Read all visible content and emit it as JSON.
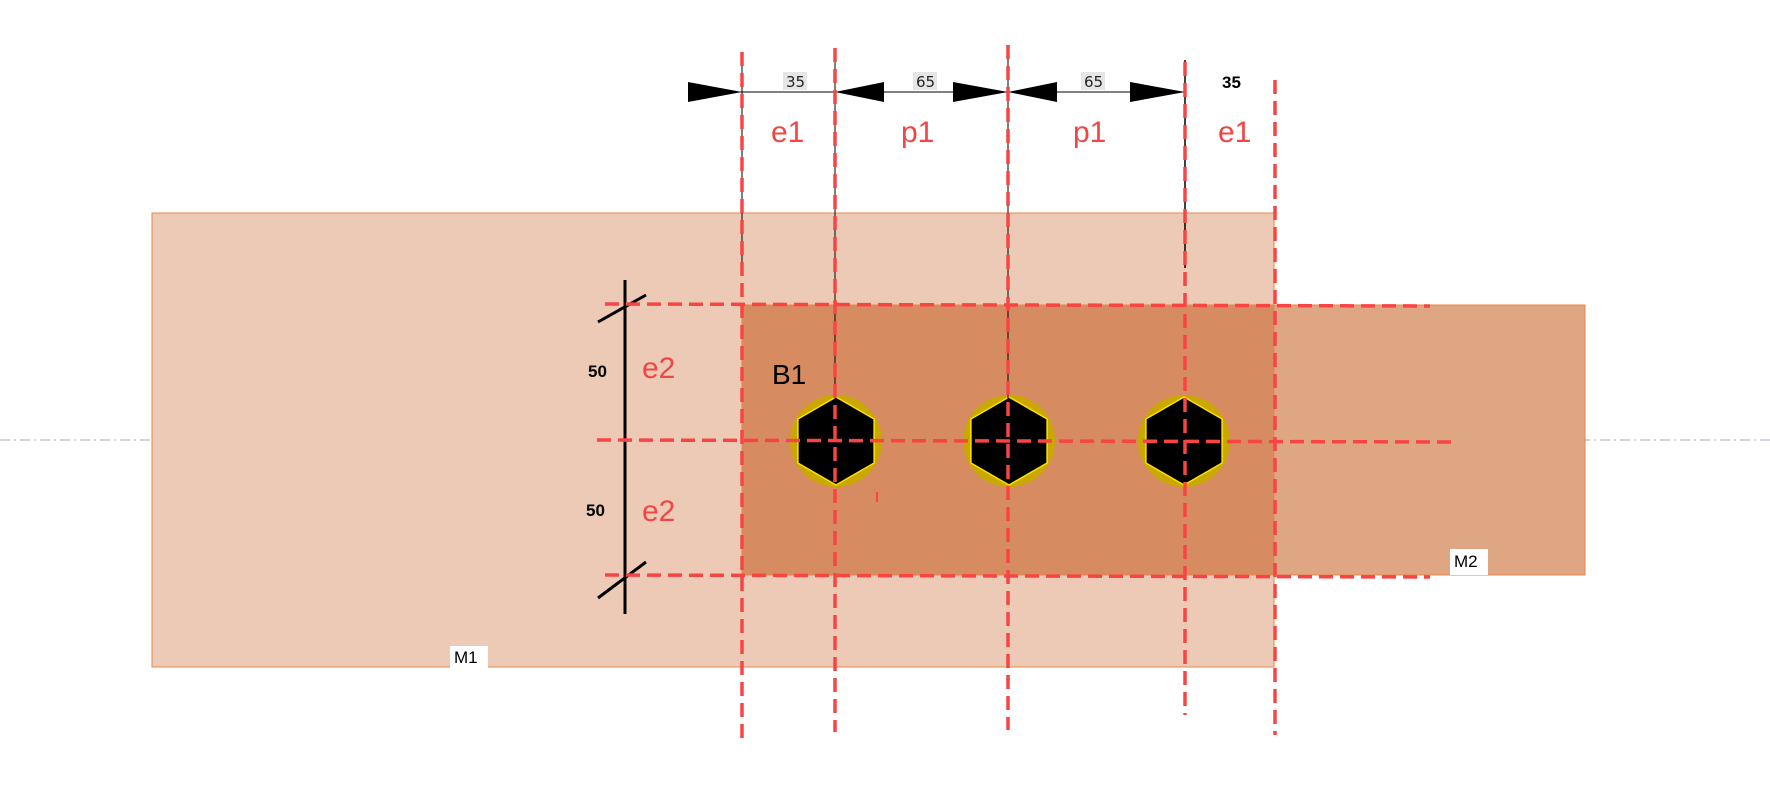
{
  "diagram": {
    "members": [
      {
        "label": "M1",
        "color": "#ECCAB6"
      },
      {
        "label": "M2",
        "color": "#DFA683"
      }
    ],
    "overlap_color": "#D68B61",
    "bolt_group_label": "B1",
    "bolt_count": 3,
    "bolt_colors": {
      "washer": "#C9A800",
      "head": "#000000"
    },
    "guide_color": "#F94444",
    "top_dimensions": [
      {
        "value": "35",
        "symbol": "e1"
      },
      {
        "value": "65",
        "symbol": "p1"
      },
      {
        "value": "65",
        "symbol": "p1"
      },
      {
        "value": "35",
        "symbol": "e1"
      }
    ],
    "side_dimensions": [
      {
        "value": "50",
        "symbol": "e2"
      },
      {
        "value": "50",
        "symbol": "e2"
      }
    ]
  }
}
